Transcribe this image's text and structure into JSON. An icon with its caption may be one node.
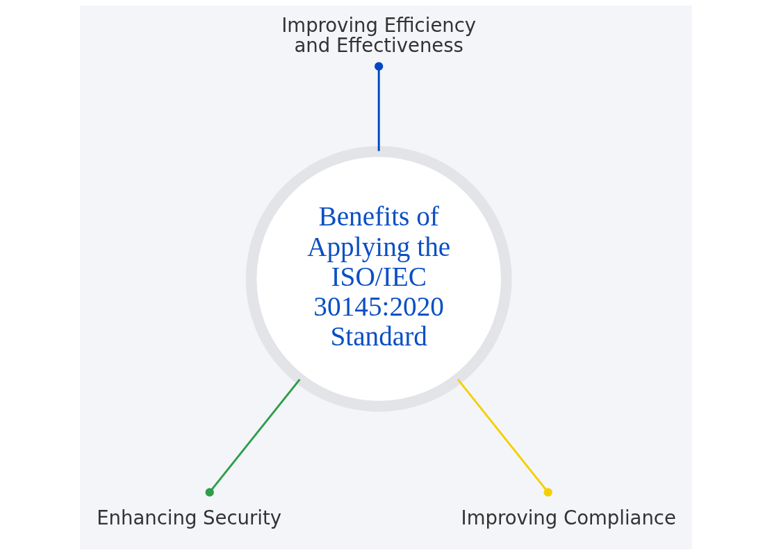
{
  "diagram": {
    "nodes": [
      {
        "text": [
          "Benefits of Applying the ISO/IEC 30145:2020 Standard"
        ]
      },
      {
        "text": [
          "Improving Efficiency and Effectiveness"
        ]
      },
      {
        "text": [
          "Enhancing Security"
        ]
      },
      {
        "text": [
          "Improving Compliance"
        ]
      }
    ],
    "edges": [
      {
        "from": 0,
        "to": 1,
        "arrow": "other",
        "color": "#0047c4"
      },
      {
        "from": 0,
        "to": 2,
        "arrow": "other",
        "color": "#2e9e48"
      },
      {
        "from": 0,
        "to": 3,
        "arrow": "other",
        "color": "#f5d000"
      }
    ]
  }
}
